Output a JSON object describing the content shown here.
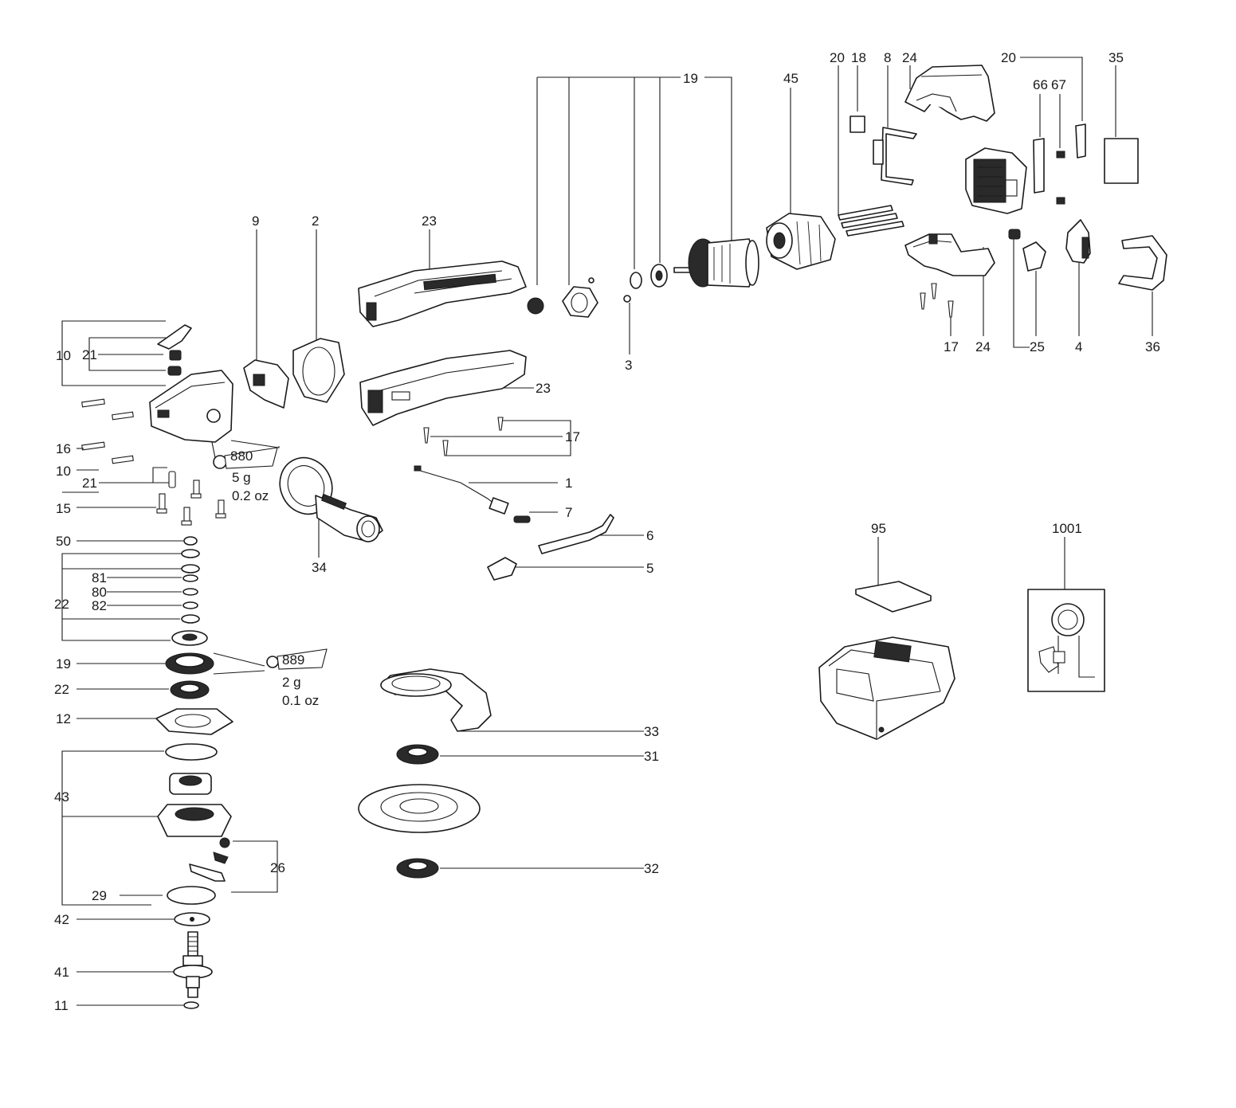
{
  "labels": {
    "l10a": "10",
    "l21a": "21",
    "l16": "16",
    "l10b": "10",
    "l21b": "21",
    "l15": "15",
    "l9": "9",
    "l2": "2",
    "l23a": "23",
    "l23b": "23",
    "l19top": "19",
    "l3": "3",
    "l45": "45",
    "l20a": "20",
    "l18": "18",
    "l8": "8",
    "l24a": "24",
    "l20b": "20",
    "l35": "35",
    "l66": "66",
    "l67": "67",
    "l17a": "17",
    "l24b": "24",
    "l25": "25",
    "l4": "4",
    "l36": "36",
    "l17b": "17",
    "l1": "1",
    "l7": "7",
    "l6": "6",
    "l5": "5",
    "l34": "34",
    "l50": "50",
    "l22a": "22",
    "l81": "81",
    "l80": "80",
    "l82": "82",
    "l19b": "19",
    "l22b": "22",
    "l12": "12",
    "l43": "43",
    "l26": "26",
    "l29": "29",
    "l42": "42",
    "l41": "41",
    "l11": "11",
    "l33": "33",
    "l31": "31",
    "l32": "32",
    "l95": "95",
    "l1001": "1001"
  },
  "grease_880": {
    "code": "880",
    "weight_g": "5 g",
    "weight_oz": "0.2 oz"
  },
  "grease_889": {
    "code": "889",
    "weight_g": "2 g",
    "weight_oz": "0.1 oz"
  }
}
